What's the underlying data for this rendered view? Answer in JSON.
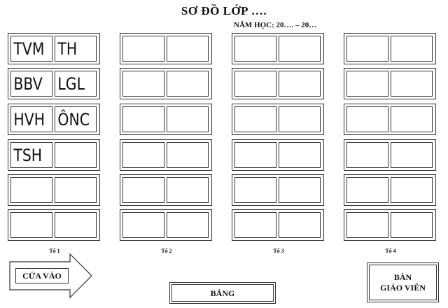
{
  "title": "SƠ ĐỒ LỚP ….",
  "school_year": "NĂM HỌC: 20…. – 20…",
  "groups": [
    {
      "label": "Tổ 1",
      "rows": [
        [
          "TVM",
          "TH"
        ],
        [
          "BBV",
          "LGL"
        ],
        [
          "HVH",
          "ÔNC"
        ],
        [
          "TSH",
          ""
        ],
        [
          "",
          ""
        ],
        [
          "",
          ""
        ]
      ]
    },
    {
      "label": "Tổ 2",
      "rows": [
        [
          "",
          ""
        ],
        [
          "",
          ""
        ],
        [
          "",
          ""
        ],
        [
          "",
          ""
        ],
        [
          "",
          ""
        ],
        [
          "",
          ""
        ]
      ]
    },
    {
      "label": "Tổ 3",
      "rows": [
        [
          "",
          ""
        ],
        [
          "",
          ""
        ],
        [
          "",
          ""
        ],
        [
          "",
          ""
        ],
        [
          "",
          ""
        ],
        [
          "",
          ""
        ]
      ]
    },
    {
      "label": "Tổ 4",
      "rows": [
        [
          "",
          ""
        ],
        [
          "",
          ""
        ],
        [
          "",
          ""
        ],
        [
          "",
          ""
        ],
        [
          "",
          ""
        ],
        [
          "",
          ""
        ]
      ]
    }
  ],
  "entrance_label": "CỬA VÀO",
  "board_label": "BẢNG",
  "teacher_desk_label": [
    "BÀN",
    "GIÁO VIÊN"
  ]
}
